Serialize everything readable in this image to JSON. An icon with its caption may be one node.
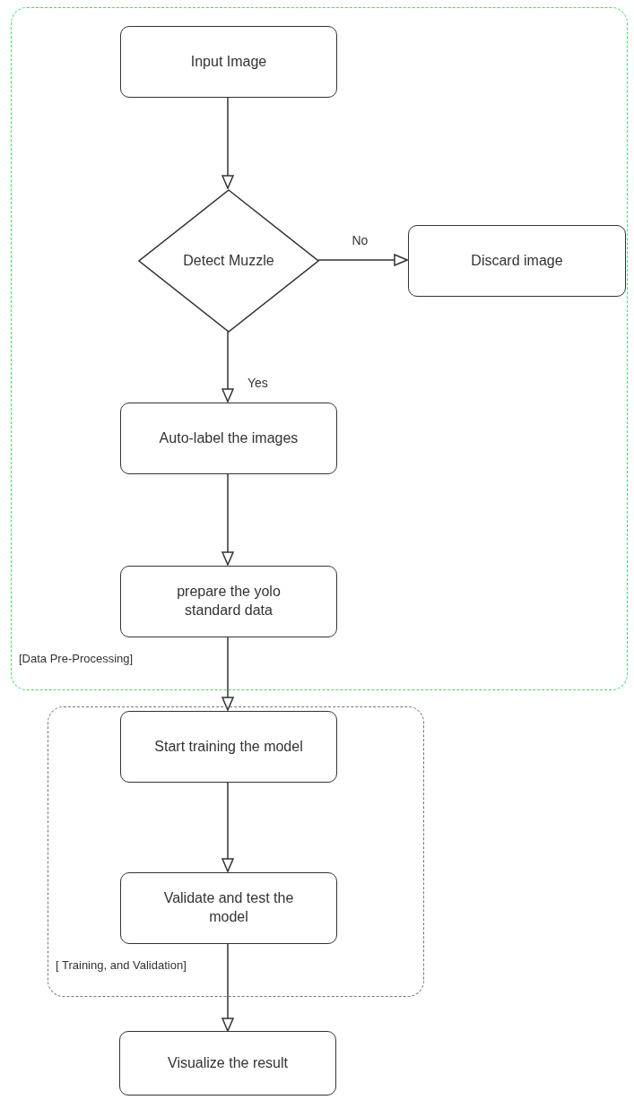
{
  "diagram": {
    "nodes": [
      {
        "text": [
          "[Data Pre-Processing]"
        ]
      },
      {
        "text": [
          "Input Image"
        ],
        "in": 0
      },
      {
        "text": [
          "Detect Muzzle"
        ],
        "in": 0
      },
      {
        "text": [
          "Discard image"
        ],
        "in": 0
      },
      {
        "text": [
          "Auto-label the images"
        ],
        "in": 0
      },
      {
        "text": [
          "prepare the yolo standard data"
        ],
        "in": 0
      },
      {
        "text": [
          "[ Training, and Validation]"
        ]
      },
      {
        "text": [
          "Start training the model"
        ],
        "in": 6
      },
      {
        "text": [
          "Validate and test the model"
        ],
        "in": 6
      },
      {
        "text": [
          "Visualize the result"
        ]
      }
    ],
    "edges": [
      {
        "from": 1,
        "to": 2,
        "arrow": "to"
      },
      {
        "from": 2,
        "to": 3,
        "arrow": "to",
        "label": "No"
      },
      {
        "from": 2,
        "to": 4,
        "arrow": "to",
        "label": "Yes"
      },
      {
        "from": 4,
        "to": 5,
        "arrow": "to"
      },
      {
        "from": 5,
        "to": 7,
        "arrow": "to"
      },
      {
        "from": 7,
        "to": 8,
        "arrow": "to"
      },
      {
        "from": 8,
        "to": 9,
        "arrow": "to"
      }
    ]
  }
}
